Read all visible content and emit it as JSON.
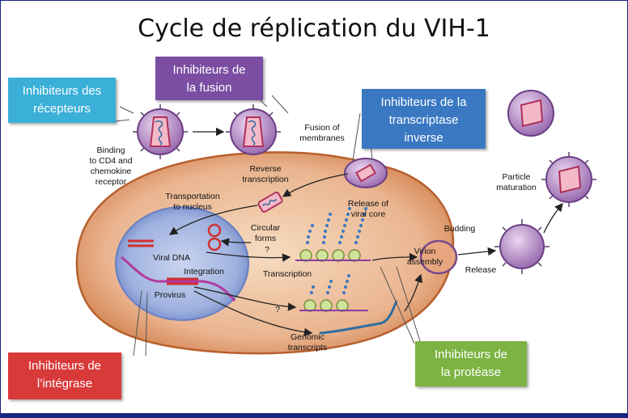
{
  "title": "Cycle de réplication du VIH-1",
  "inhibitor_boxes": {
    "receptors": {
      "line1": "Inhibiteurs des",
      "line2": "récepteurs",
      "color": "#3ab0d8"
    },
    "fusion": {
      "line1": "Inhibiteurs de",
      "line2": "la fusion",
      "color": "#7b4ea3"
    },
    "rt": {
      "line1": "Inhibiteurs de la",
      "line2": "transcriptase",
      "line3": "inverse",
      "color": "#3a78c2"
    },
    "integrase": {
      "line1": "Inhibiteurs de",
      "line2": "l’intégrase",
      "color": "#d83a3a"
    },
    "protease": {
      "line1": "Inhibiteurs de",
      "line2": "la protéase",
      "color": "#7cb342"
    }
  },
  "labels": {
    "binding_1": "Binding",
    "binding_2": "to CD4 and",
    "binding_3": "chemokine",
    "binding_4": "receptor",
    "fusion_1": "Fusion of",
    "fusion_2": "membranes",
    "rt_1": "Reverse",
    "rt_2": "transcription",
    "transport_1": "Transportation",
    "transport_2": "to nucleus",
    "release_core_1": "Release of",
    "release_core_2": "viral core",
    "circular_1": "Circular",
    "circular_2": "forms",
    "viral_dna": "Viral DNA",
    "integration": "Integration",
    "provirus": "Provirus",
    "transcription": "Transcription",
    "genomic_1": "Genomic",
    "genomic_2": "transcripts",
    "budding": "Budding",
    "virion_1": "Virion",
    "virion_2": "assembly",
    "release": "Release",
    "maturation_1": "Particle",
    "maturation_2": "maturation",
    "q1": "?",
    "q2": "?"
  }
}
